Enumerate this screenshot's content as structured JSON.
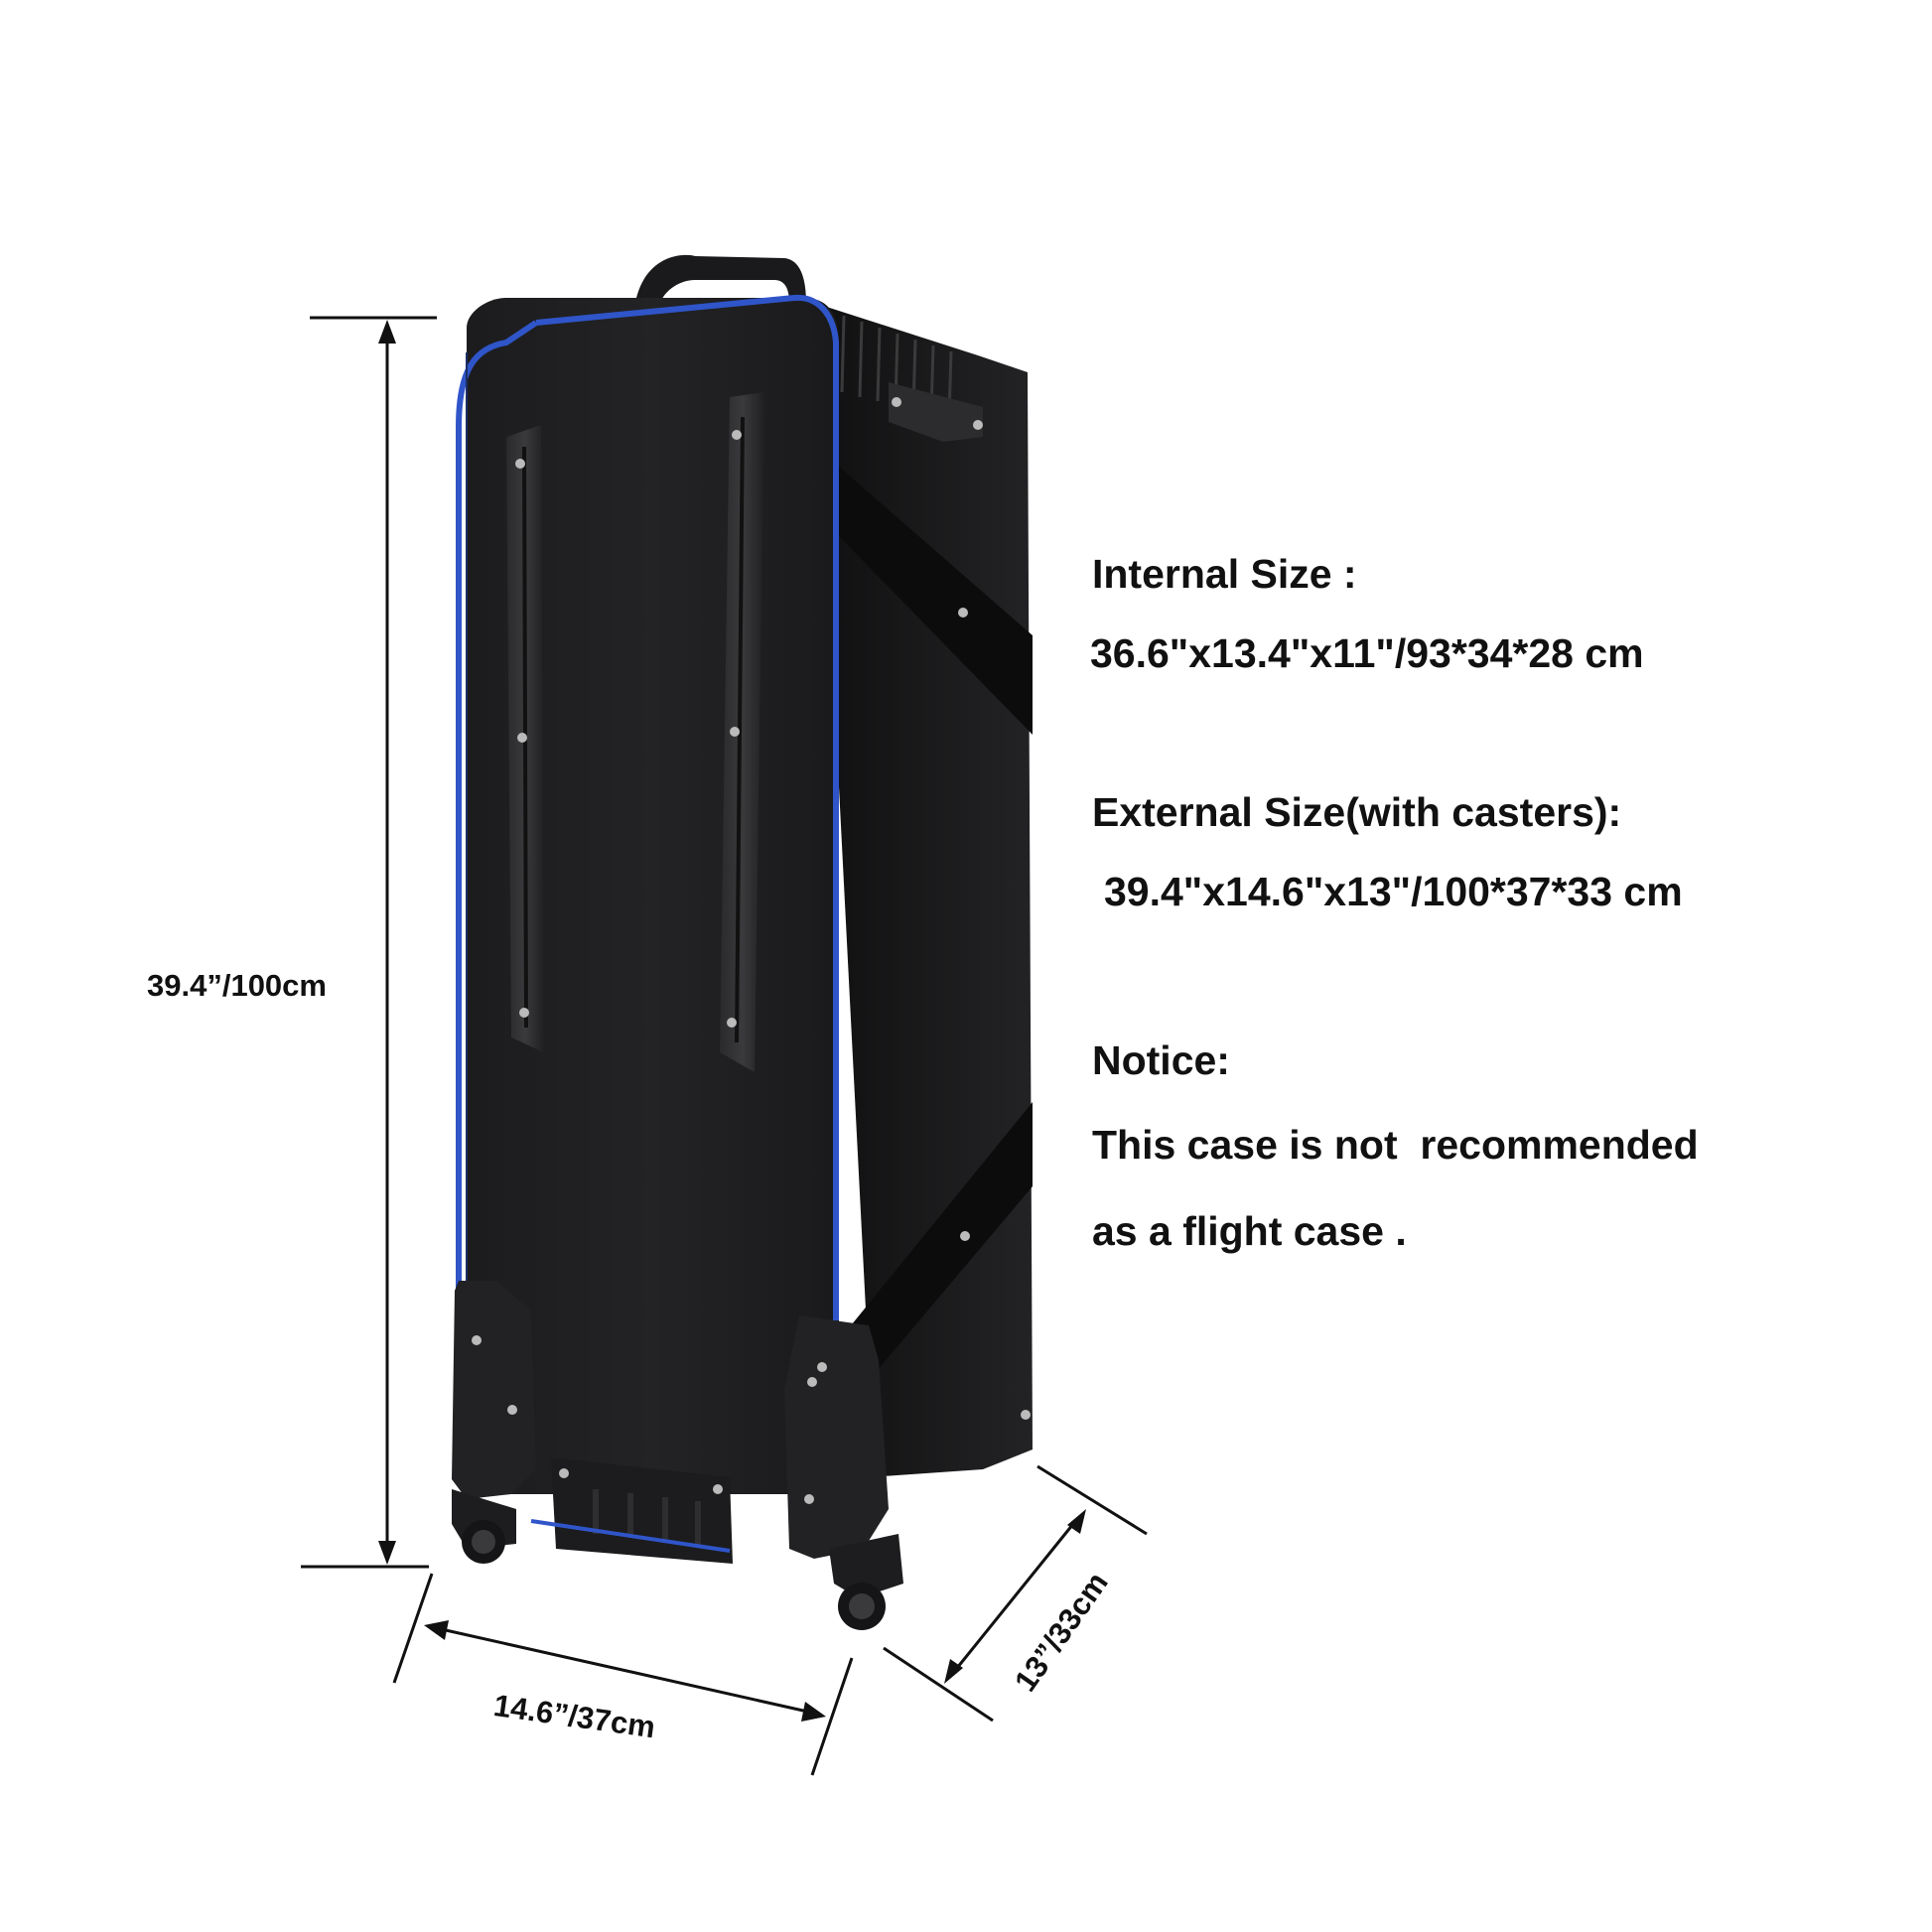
{
  "dimensions": {
    "height_label": "39.4”/100cm",
    "width_label": "14.6”/37cm",
    "depth_label": "13”/33cm"
  },
  "specs": {
    "internal_heading": "Internal Size :",
    "internal_value": "36.6\"x13.4\"x11\"/93*34*28 cm",
    "external_heading": "External Size(with casters):",
    "external_value": "39.4\"x14.6\"x13\"/100*37*33 cm",
    "notice_heading": "Notice:",
    "notice_line1": "This case is not  recommended",
    "notice_line2": "as a flight case ."
  },
  "colors": {
    "case_body": "#1b1b1d",
    "piping": "#2f55c9",
    "text": "#111111"
  }
}
